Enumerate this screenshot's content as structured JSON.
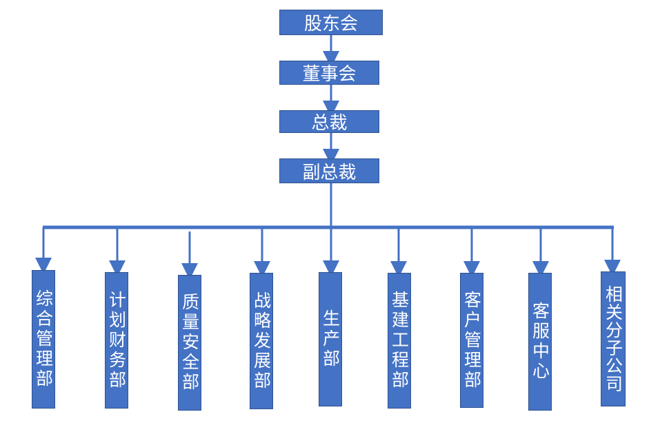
{
  "colors": {
    "box_fill": "#4472c4",
    "box_border": "#2f528f",
    "connector": "#4472c4",
    "text": "#ffffff"
  },
  "hierarchy": [
    "股东会",
    "董事会",
    "总裁",
    "副总裁"
  ],
  "departments": [
    "综合管理部",
    "计划财务部",
    "质量安全部",
    "战略发展部",
    "生产部",
    "基建工程部",
    "客户管理部",
    "客服中心",
    "相关分子公司"
  ]
}
